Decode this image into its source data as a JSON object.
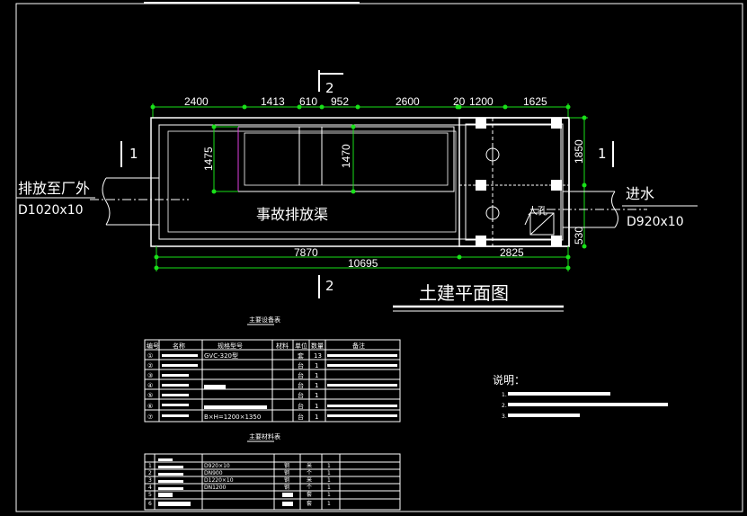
{
  "drawing": {
    "title": "土建平面图",
    "tank_label": "事故排放渠",
    "outlet_label": "排放至厂外",
    "outlet_size": "D1020x10",
    "inlet_label": "进水",
    "inlet_size": "D920x10",
    "manhole_label": "人孔",
    "section_mark": "1",
    "section_mark_2": "2",
    "dims_top": [
      "2400",
      "1413",
      "610",
      "952",
      "2600",
      "20",
      "1200",
      "1625"
    ],
    "dims_bottom": [
      "7870",
      "2825",
      "10695"
    ],
    "dims_vertical": [
      "1475",
      "1470",
      "1850",
      "530"
    ]
  },
  "table1": {
    "title": "主要设备表",
    "headers": [
      "编号",
      "名称",
      "规格型号",
      "材料",
      "单位",
      "数量",
      "备注"
    ],
    "rows": [
      [
        "①",
        "",
        "GVC-320型",
        "",
        "套",
        "13",
        ""
      ],
      [
        "②",
        "",
        "",
        "",
        "台",
        "1",
        ""
      ],
      [
        "③",
        "",
        "",
        "",
        "台",
        "1",
        ""
      ],
      [
        "④",
        "",
        "",
        "",
        "台",
        "1",
        ""
      ],
      [
        "⑤",
        "",
        "",
        "",
        "台",
        "1",
        ""
      ],
      [
        "⑥",
        "",
        "",
        "",
        "台",
        "1",
        ""
      ],
      [
        "⑦",
        "",
        "B×H=1200×1350",
        "",
        "台",
        "1",
        ""
      ]
    ]
  },
  "table2": {
    "title": "主要材料表",
    "rows": [
      [
        "1",
        "",
        "D920×10",
        "钢",
        "米",
        "1"
      ],
      [
        "2",
        "",
        "DN900",
        "钢",
        "个",
        "1"
      ],
      [
        "3",
        "",
        "D1220×10",
        "钢",
        "米",
        "1"
      ],
      [
        "4",
        "",
        "DN1200",
        "钢",
        "个",
        "1"
      ],
      [
        "5",
        "",
        "",
        "",
        "套",
        "1"
      ],
      [
        "6",
        "",
        "",
        "",
        "套",
        "1"
      ]
    ]
  },
  "notes": {
    "title": "说明：",
    "lines": [
      "1.",
      "2.",
      "3."
    ]
  }
}
